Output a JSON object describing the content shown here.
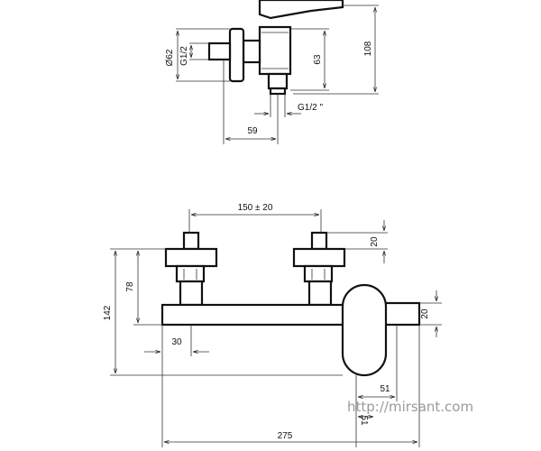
{
  "top_view": {
    "diameter_label": "Ø62",
    "thread_side_label": "G1/2",
    "height_label": "63",
    "overall_height_label": "108",
    "thread_bottom_label": "G1/2 \"",
    "depth_label": "59"
  },
  "front_view": {
    "spacing_label": "150 ± 20",
    "cap_height_label": "20",
    "inlet_height_label": "78",
    "overall_height_label": "142",
    "spout_dia_label": "20",
    "inlet_offset_label": "30",
    "handle_offset_label": "51",
    "handle_depth_label": "51",
    "overall_width_label": "275"
  },
  "watermark": "http://mirsant.com"
}
